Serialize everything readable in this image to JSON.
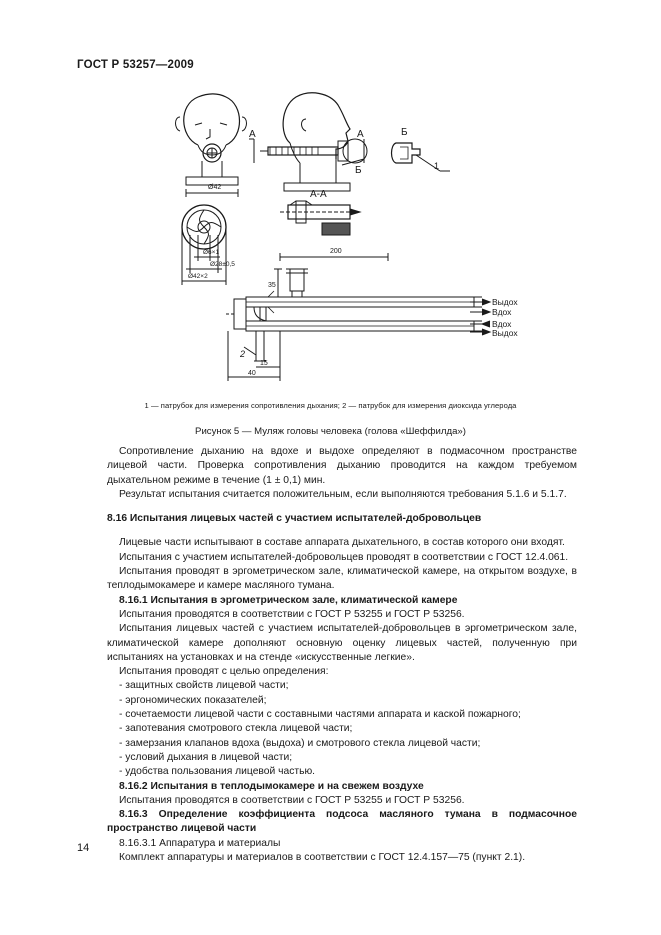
{
  "header": {
    "standard": "ГОСТ Р 53257—2009"
  },
  "figure": {
    "labels": {
      "section_a_left": "А",
      "section_a_right": "А",
      "section_b_mark": "Б",
      "view_b_title": "Б",
      "section_aa_title": "А-А",
      "callout_1": "1",
      "callout_2": "2"
    },
    "dimensions": {
      "d42_top": "Ø42",
      "d6": "Ø6×1",
      "d28": "Ø28±0,5",
      "d42_bottom": "Ø42×2",
      "len200": "200",
      "len35": "35",
      "len15": "15",
      "len40": "40"
    },
    "flow_labels": {
      "exhale_top": "Выдох",
      "inhale_top": "Вдох",
      "inhale_bottom": "Вдох",
      "exhale_bottom": "Выдох"
    },
    "legend": "1 — патрубок для измерения сопротивления дыхания; 2 — патрубок для измерения диоксида углерода",
    "caption": "Рисунок 5 — Муляж головы человека (голова «Шеффилда»)"
  },
  "text": {
    "p1": "Сопротивление дыханию на вдохе и выдохе определяют в подмасочном пространстве лицевой части. Проверка сопротивления дыханию проводится на каждом требуемом дыхательном режиме в течение (1 ± 0,1) мин.",
    "p2": "Результат испытания считается положительным, если выполняются требования 5.1.6 и 5.1.7.",
    "h816": "8.16 Испытания лицевых частей с участием испытателей-добровольцев",
    "p3": "Лицевые части испытывают в составе аппарата дыхательного, в состав которого они входят.",
    "p4": "Испытания с участием испытателей-добровольцев проводят в соответствии с ГОСТ 12.4.061.",
    "p5": "Испытания проводят в эргометрическом зале, климатической камере, на открытом воздухе, в теплодымокамере и камере масляного тумана.",
    "h8161": "8.16.1 Испытания в эргометрическом зале, климатической камере",
    "p6": "Испытания проводятся в соответствии с ГОСТ Р 53255 и ГОСТ Р 53256.",
    "p7": "Испытания лицевых частей с участием испытателей-добровольцев в эргометрическом зале, климатической камере дополняют основную оценку лицевых частей, полученную при испытаниях на установках и на стенде «искусственные легкие».",
    "p8": "Испытания проводят с целью определения:",
    "list": [
      "- защитных свойств лицевой части;",
      "- эргономических показателей;",
      "- сочетаемости лицевой части с составными частями аппарата и каской пожарного;",
      "- запотевания смотрового стекла лицевой части;",
      "- замерзания клапанов вдоха (выдоха) и смотрового стекла лицевой части;",
      "- условий дыхания в лицевой части;",
      "- удобства пользования лицевой частью."
    ],
    "h8162": "8.16.2 Испытания в теплодымокамере и на свежем воздухе",
    "p9": "Испытания проводятся в соответствии с ГОСТ Р 53255 и ГОСТ Р 53256.",
    "h8163": "8.16.3 Определение коэффициента подсоса масляного тумана в подмасочное пространство лицевой части",
    "p10": "8.16.3.1 Аппаратура и материалы",
    "p11": "Комплект аппаратуры и материалов в соответствии с ГОСТ 12.4.157—75 (пункт 2.1)."
  },
  "page": {
    "number": "14"
  }
}
